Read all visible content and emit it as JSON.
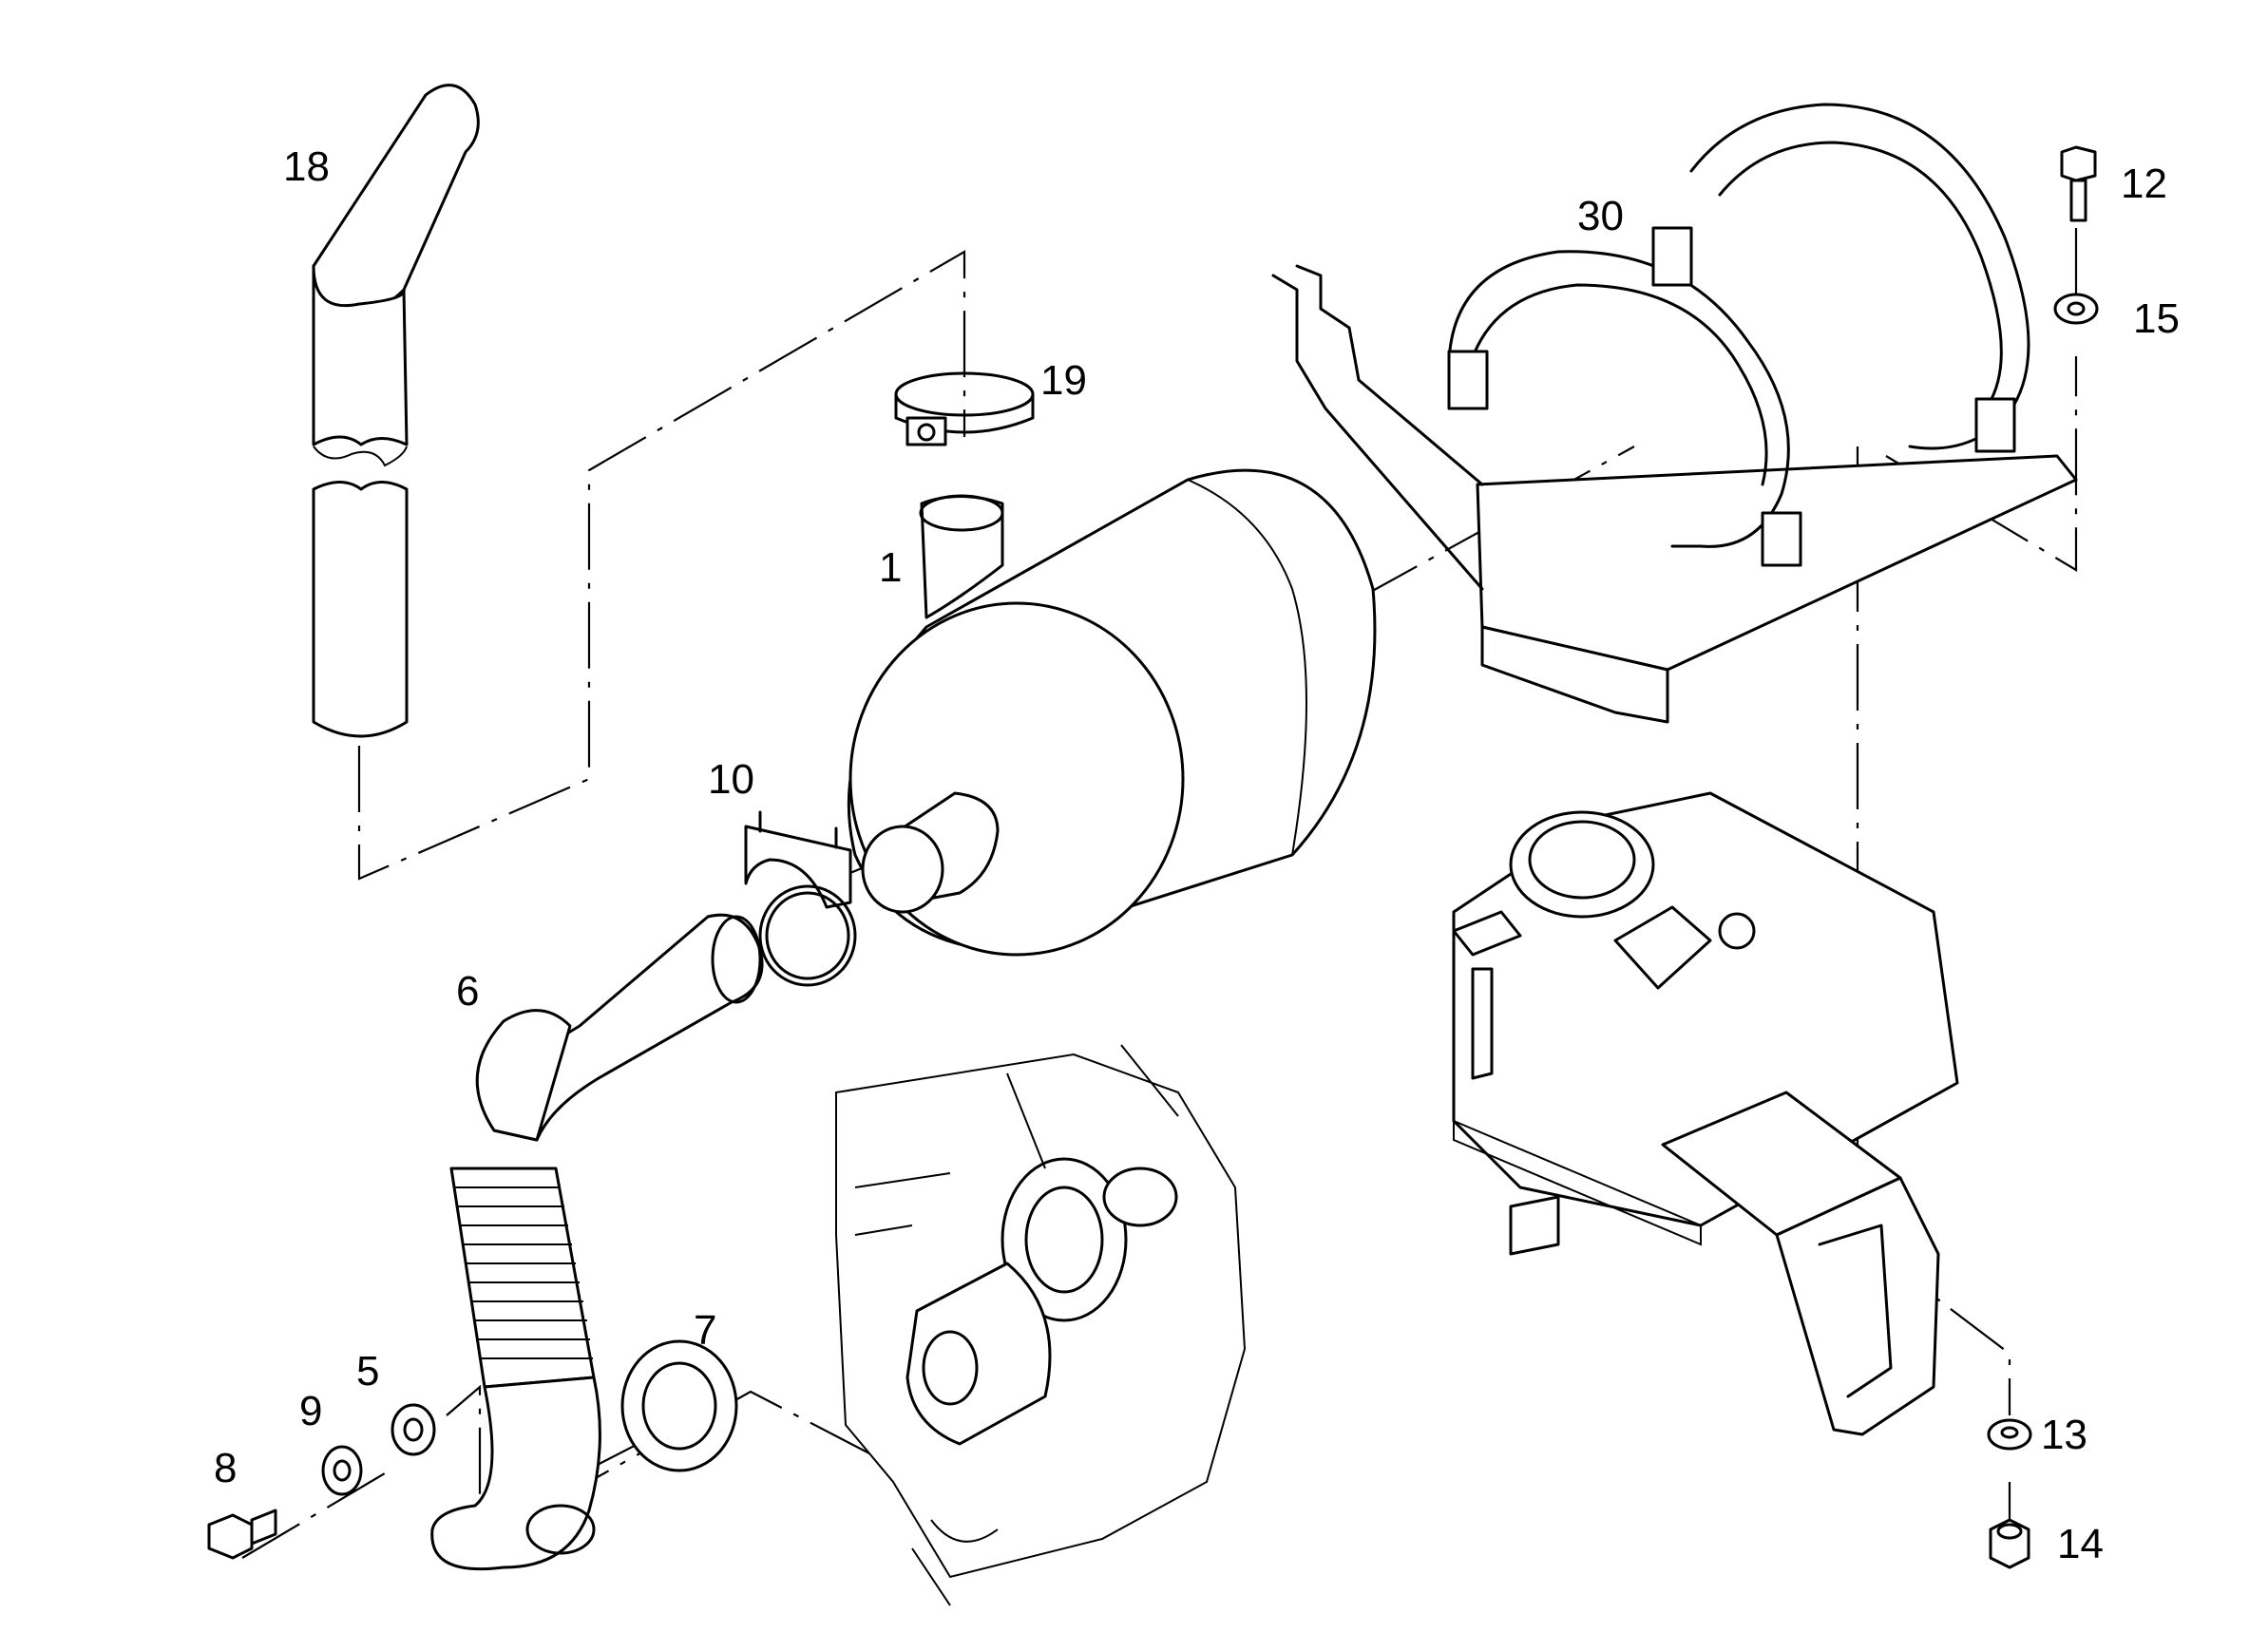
{
  "callouts": [
    {
      "key": "muffler",
      "label": "1"
    },
    {
      "key": "washer-5",
      "label": "5"
    },
    {
      "key": "exhaust-pipe",
      "label": "6"
    },
    {
      "key": "gasket",
      "label": "7"
    },
    {
      "key": "bolt-8",
      "label": "8"
    },
    {
      "key": "washer-9",
      "label": "9"
    },
    {
      "key": "u-clamp",
      "label": "10"
    },
    {
      "key": "bolt-12",
      "label": "12"
    },
    {
      "key": "washer-13",
      "label": "13"
    },
    {
      "key": "nut",
      "label": "14"
    },
    {
      "key": "washer-15",
      "label": "15"
    },
    {
      "key": "tailpipe",
      "label": "18"
    },
    {
      "key": "band-clamp",
      "label": "19"
    },
    {
      "key": "muffler-bracket",
      "label": "30"
    }
  ]
}
